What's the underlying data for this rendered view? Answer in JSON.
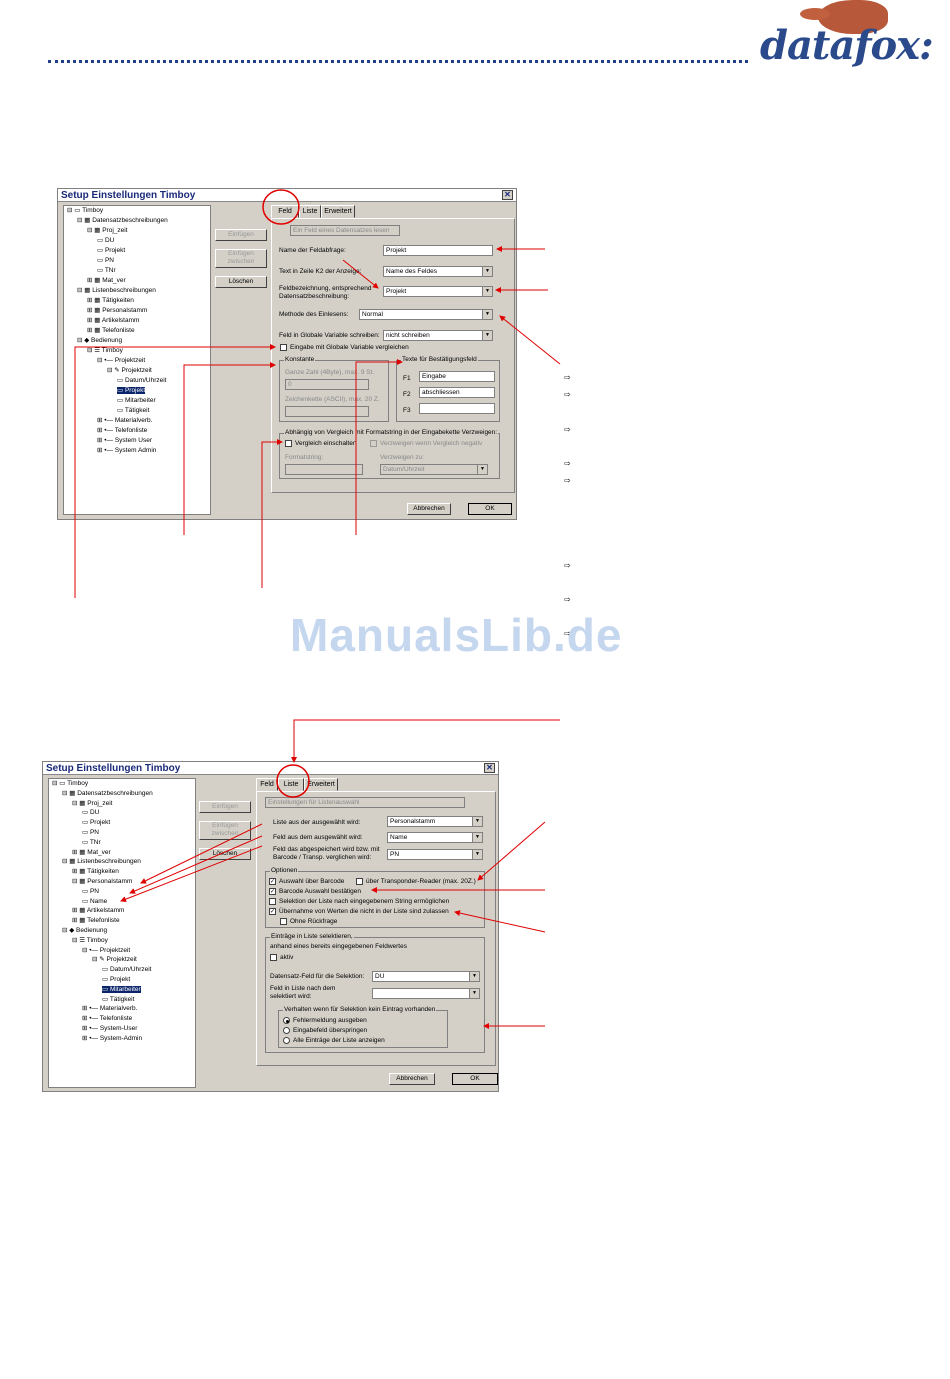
{
  "logo": {
    "text": "datafox"
  },
  "watermark": "ManualsLib.de",
  "dialog1": {
    "title": "Setup Einstellungen Timboy",
    "tree": [
      {
        "text": "⊟ ▭ Timboy",
        "indent": 0
      },
      {
        "text": "⊟ ▦ Datensatzbeschreibungen",
        "indent": 1
      },
      {
        "text": "⊟ ▦ Proj_zeit",
        "indent": 2
      },
      {
        "text": "▭ DU",
        "indent": 3
      },
      {
        "text": "▭ Projekt",
        "indent": 3
      },
      {
        "text": "▭ PN",
        "indent": 3
      },
      {
        "text": "▭ TNr",
        "indent": 3
      },
      {
        "text": "⊞ ▦ Mat_ver",
        "indent": 2
      },
      {
        "text": "⊟ ▦ Listenbeschreibungen",
        "indent": 1
      },
      {
        "text": "⊞ ▦ Tätigkeiten",
        "indent": 2
      },
      {
        "text": "⊞ ▦ Personalstamm",
        "indent": 2
      },
      {
        "text": "⊞ ▦ Artikelstamm",
        "indent": 2
      },
      {
        "text": "⊞ ▦ Telefonliste",
        "indent": 2
      },
      {
        "text": "⊟ ◆ Bedienung",
        "indent": 1
      },
      {
        "text": "⊟ ☰ Timboy",
        "indent": 2
      },
      {
        "text": "⊟ •— Projektzeit",
        "indent": 3
      },
      {
        "text": "⊟ ✎ Projektzeit",
        "indent": 4
      },
      {
        "text": "▭ Datum/Uhrzeit",
        "indent": 5
      },
      {
        "text": "▭ Projekt",
        "indent": 5,
        "selected": true
      },
      {
        "text": "▭ Mitarbeiter",
        "indent": 5
      },
      {
        "text": "▭ Tätigkeit",
        "indent": 5
      },
      {
        "text": "⊞ •— Materialverb.",
        "indent": 3
      },
      {
        "text": "⊞ •— Telefonliste",
        "indent": 3
      },
      {
        "text": "⊞ •— System User",
        "indent": 3
      },
      {
        "text": "⊞ •— System Admin",
        "indent": 3
      }
    ],
    "buttons": {
      "einfuegen": "Einfügen",
      "einfuegen_zwischen": "Einfügen zwischen",
      "loeschen": "Löschen"
    },
    "tabs": [
      "Feld",
      "Liste",
      "Erweitert"
    ],
    "info": "Ein Feld eines Datensatzes lesen",
    "name_label": "Name der Feldabfrage:",
    "name_value": "Projekt",
    "text_k2_label": "Text in Zeile K2 der Anzeige:",
    "text_k2_value": "Name des Feldes",
    "feldbez_label": "Feldbezeichnung, entsprechend Datensatzbeschreibung:",
    "feldbez_value": "Projekt",
    "methode_label": "Methode des Einlesens:",
    "methode_value": "Normal",
    "global_label": "Feld in Globale Variable schreiben:",
    "global_value": "nicht schreiben",
    "global_cmp": "Eingabe mit Globale Variable vergleichen",
    "konstante": "Konstante",
    "ganze_zahl": "Ganze Zahl (4Byte), max. 9 St.",
    "ganze_zahl_value": "0",
    "zeichenkette": "Zeichenkette (ASCII), max. 20 Z.",
    "texte_title": "Texte für Bestätigungsfeld",
    "f1": "F1",
    "f1_value": "Eingabe",
    "f2": "F2",
    "f2_value": "abschliessen",
    "f3": "F3",
    "abh_title": "Abhängig von Vergleich mit Formatstring in der Eingabekette Verzweigen:",
    "vergleich": "Vergleich einschalten",
    "verzweigen_neg": "Verzweigen wenn Vergleich negativ",
    "formatstring": "Formatstring:",
    "verzweigen_zu": "Verzweigen zu:",
    "verzweigen_value": "Datum/Uhrzeit",
    "abbrechen": "Abbrechen",
    "ok": "OK"
  },
  "dialog2": {
    "title": "Setup Einstellungen Timboy",
    "tree": [
      {
        "text": "⊟ ▭ Timboy",
        "indent": 0
      },
      {
        "text": "⊟ ▦ Datensatzbeschreibungen",
        "indent": 1
      },
      {
        "text": "⊟ ▦ Proj_zeit",
        "indent": 2
      },
      {
        "text": "▭ DU",
        "indent": 3
      },
      {
        "text": "▭ Projekt",
        "indent": 3
      },
      {
        "text": "▭ PN",
        "indent": 3
      },
      {
        "text": "▭ TNr",
        "indent": 3
      },
      {
        "text": "⊞ ▦ Mat_ver",
        "indent": 2
      },
      {
        "text": "⊟ ▦ Listenbeschreibungen",
        "indent": 1
      },
      {
        "text": "⊞ ▦ Tätigkeiten",
        "indent": 2
      },
      {
        "text": "⊟ ▦ Personalstamm",
        "indent": 2
      },
      {
        "text": "▭ PN",
        "indent": 3
      },
      {
        "text": "▭ Name",
        "indent": 3
      },
      {
        "text": "⊞ ▦ Artikelstamm",
        "indent": 2
      },
      {
        "text": "⊞ ▦ Telefonliste",
        "indent": 2
      },
      {
        "text": "⊟ ◆ Bedienung",
        "indent": 1
      },
      {
        "text": "⊟ ☰ Timboy",
        "indent": 2
      },
      {
        "text": "⊟ •— Projektzeit",
        "indent": 3
      },
      {
        "text": "⊟ ✎ Projektzeit",
        "indent": 4
      },
      {
        "text": "▭ Datum/Uhrzeit",
        "indent": 5
      },
      {
        "text": "▭ Projekt",
        "indent": 5
      },
      {
        "text": "▭ Mitarbeiter",
        "indent": 5,
        "selected": true
      },
      {
        "text": "▭ Tätigkeit",
        "indent": 5
      },
      {
        "text": "⊞ •— Materialverb.",
        "indent": 3
      },
      {
        "text": "⊞ •— Telefonliste",
        "indent": 3
      },
      {
        "text": "⊞ •— System-User",
        "indent": 3
      },
      {
        "text": "⊞ •— System-Admin",
        "indent": 3
      }
    ],
    "buttons": {
      "einfuegen": "Einfügen",
      "einfuegen_zwischen": "Einfügen zwischen",
      "loeschen": "Löschen"
    },
    "tabs": [
      "Feld",
      "Liste",
      "Erweitert"
    ],
    "info": "Einstellungen für Listenauswahl",
    "liste_label": "Liste aus der ausgewählt wird:",
    "liste_value": "Personalstamm",
    "feld_label": "Feld aus dem ausgewählt wird:",
    "feld_value": "Name",
    "feld_barcode_label": "Feld das abgespeichert wird bzw. mit Barcode / Transp. verglichen wird:",
    "feld_barcode_value": "PN",
    "optionen": "Optionen",
    "opt_barcode": "Auswahl über Barcode",
    "opt_transponder": "über Transponder-Reader (max. 20Z.)",
    "opt_bestaetigen": "Barcode Auswahl bestätigen",
    "opt_selektion": "Selektion der Liste nach eingegebenem String ermöglichen",
    "opt_uebernahme": "Übernahme von Werten die nicht in der Liste sind zulassen",
    "opt_rueckfrage": "Ohne Rückfrage",
    "eintraege": "Einträge in Liste selektieren,",
    "anhand": "anhand eines bereits eingegebenen Feldwertes",
    "aktiv": "aktiv",
    "ds_feld_label": "Datensatz-Feld für die Selektion:",
    "ds_feld_value": "DU",
    "feld_liste_label": "Feld in Liste nach dem selektiert wird:",
    "verhalten": "Verhalten wenn für Selektion kein Eintrag vorhanden",
    "r1": "Fehlermeldung ausgeben",
    "r2": "Eingabefeld überspringen",
    "r3": "Alle Einträge der Liste anzeigen",
    "abbrechen": "Abbrechen",
    "ok": "OK"
  },
  "bullets": [
    "⇨",
    "⇨",
    "⇨",
    "⇨",
    "⇨",
    "⇨",
    "⇨",
    "⇨"
  ]
}
